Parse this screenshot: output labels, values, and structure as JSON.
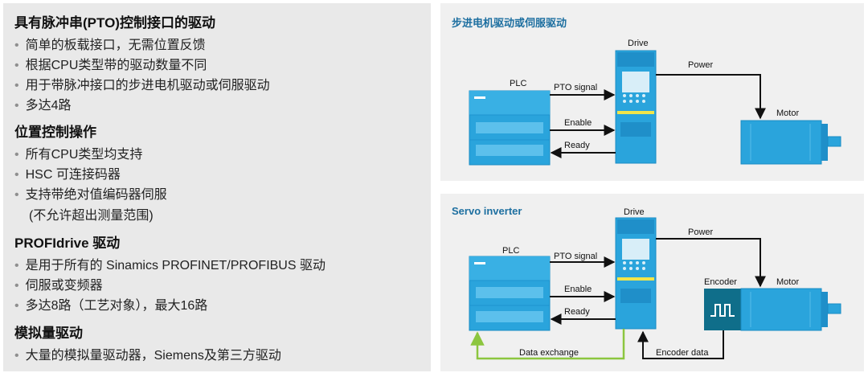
{
  "left": {
    "sections": [
      {
        "title": "具有脉冲串(PTO)控制接口的驱动",
        "bullets": [
          "简单的板载接口，无需位置反馈",
          "根据CPU类型带的驱动数量不同",
          "用于带脉冲接口的步进电机驱动或伺服驱动",
          "多达4路"
        ]
      },
      {
        "title": "位置控制操作",
        "bullets": [
          "所有CPU类型均支持",
          "HSC 可连接码器",
          "支持带绝对值编码器伺服",
          "(不允许超出测量范围)"
        ]
      },
      {
        "title": "PROFIdrive 驱动",
        "bullets": [
          "是用于所有的 Sinamics PROFINET/PROFIBUS 驱动",
          "伺服或变频器",
          "多达8路（工艺对象），最大16路"
        ]
      },
      {
        "title": "模拟量驱动",
        "bullets": [
          "大量的模拟量驱动器，Siemens及第三方驱动"
        ]
      }
    ]
  },
  "diagram1": {
    "title": "步进电机驱动或伺服驱动",
    "plc": "PLC",
    "drive": "Drive",
    "motor": "Motor",
    "power": "Power",
    "pto": "PTO signal",
    "enable": "Enable",
    "ready": "Ready"
  },
  "diagram2": {
    "title": "Servo inverter",
    "plc": "PLC",
    "drive": "Drive",
    "motor": "Motor",
    "power": "Power",
    "pto": "PTO signal",
    "enable": "Enable",
    "ready": "Ready",
    "encoder": "Encoder",
    "encoder_data": "Encoder data",
    "data_exchange": "Data exchange"
  },
  "colors": {
    "device": "#2aa4dc",
    "device_dark": "#1989c4",
    "encoder": "#0f6e8a",
    "link_green": "#8cc63f",
    "title_blue": "#1d6fa0"
  }
}
